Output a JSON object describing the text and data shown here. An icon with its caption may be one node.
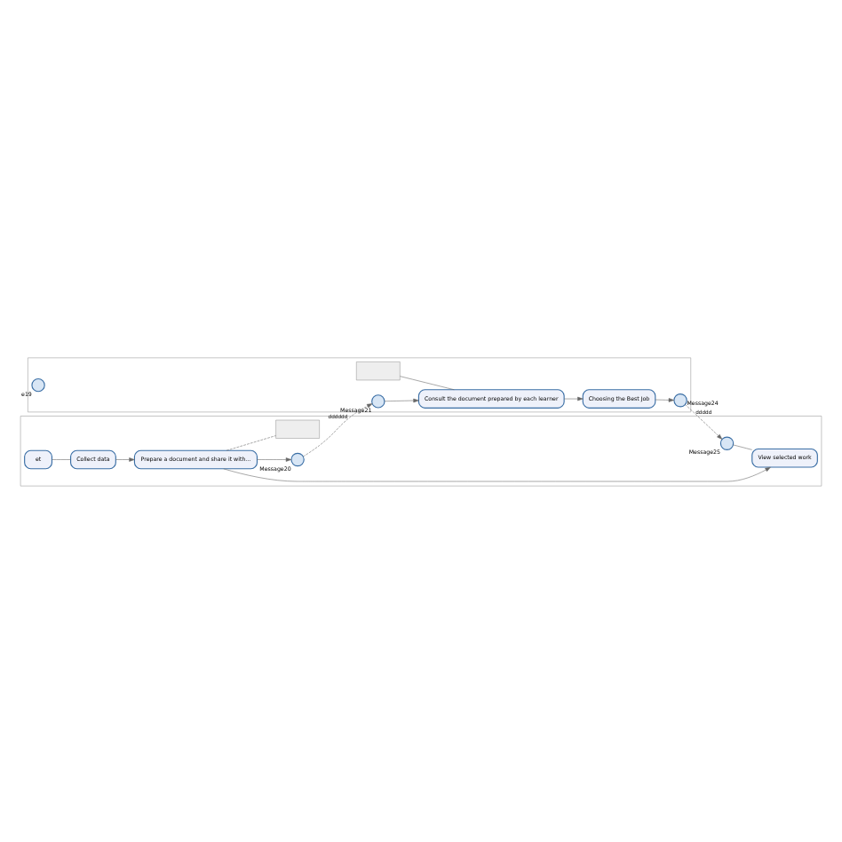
{
  "diagram": {
    "nodes": [
      {
        "text": [],
        "shape": "box"
      },
      {
        "text": [],
        "shape": "box"
      },
      {
        "text": [],
        "shape": "circle",
        "beside": [
          "e19"
        ],
        "in": 0
      },
      {
        "text": [],
        "shape": "box",
        "in": 0
      },
      {
        "text": [
          "Consult the document prepared by each learner"
        ],
        "in": 0
      },
      {
        "text": [
          "Choosing the Best Job"
        ],
        "in": 0
      },
      {
        "text": [],
        "shape": "circle",
        "beside": [
          "Message21"
        ],
        "in": 0
      },
      {
        "text": [],
        "shape": "circle",
        "beside": [
          "Message24"
        ],
        "in": 0
      },
      {
        "text": [
          "Collect data"
        ],
        "in": 1
      },
      {
        "text": [
          "et"
        ],
        "in": 1
      },
      {
        "text": [
          "Prepare a document and share it with..."
        ],
        "in": 1
      },
      {
        "text": [],
        "shape": "circle",
        "beside": [
          "Message20"
        ],
        "in": 1
      },
      {
        "text": [],
        "shape": "circle",
        "beside": [
          "Message25"
        ],
        "in": 1
      },
      {
        "text": [
          "View selected work"
        ],
        "in": 1
      },
      {
        "text": [],
        "shape": "box",
        "in": 1
      }
    ],
    "edges": [
      {
        "from": 3,
        "to": 4,
        "arrow": "none"
      },
      {
        "from": 4,
        "to": 5,
        "arrow": "to"
      },
      {
        "from": 5,
        "to": 7,
        "arrow": "to"
      },
      {
        "from": 6,
        "to": 4,
        "arrow": "to"
      },
      {
        "from": 11,
        "to": 6,
        "arrow": "to",
        "label": "dddddd",
        "style": "dashed"
      },
      {
        "from": 7,
        "to": 12,
        "arrow": "to",
        "label": "ddddd",
        "style": "dashed"
      },
      {
        "from": 12,
        "to": 13,
        "arrow": "none"
      },
      {
        "from": 9,
        "to": 8,
        "arrow": "none"
      },
      {
        "from": 8,
        "to": 10,
        "arrow": "to"
      },
      {
        "from": 10,
        "to": 11,
        "arrow": "to"
      },
      {
        "from": 10,
        "to": 13,
        "arrow": "to"
      },
      {
        "from": 10,
        "to": 14,
        "arrow": "none",
        "style": "dashed"
      }
    ]
  }
}
